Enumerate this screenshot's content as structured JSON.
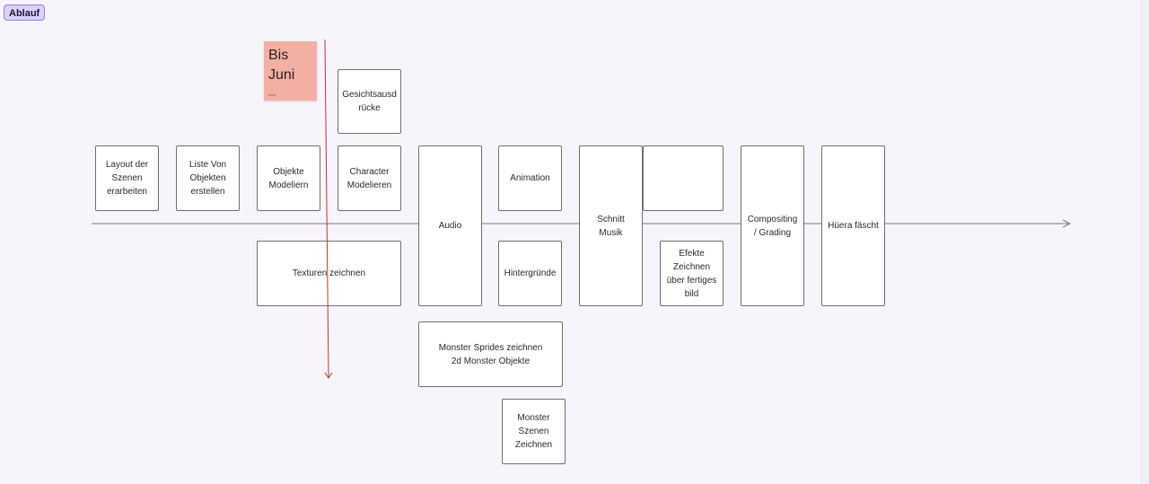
{
  "frame": {
    "label": "Ablauf"
  },
  "sticky_note": {
    "text": "Bis\nJuni",
    "color": "#f3b0a2"
  },
  "colors": {
    "background": "#f7f4fc",
    "timeline": "#7a7a7a",
    "deadline_line": "#c0362c",
    "frame_label_bg": "#dcd0fb"
  },
  "nodes": {
    "layout": "Layout der\nSzenen\nerarbeiten",
    "liste": "Liste Von\nObjekten\nerstellen",
    "objekte": "Objekte\nModeliern",
    "gesicht": "Gesichtsausd\nrücke",
    "character": "Character\nModelieren",
    "texturen": "Texturen zeichnen",
    "audio": "Audio",
    "animation": "Animation",
    "hintergruende": "Hintergründe",
    "monster_sprides": "Monster Sprides zeichnen\n2d Monster Objekte",
    "monster_szenen": "Monster\nSzenen\nZeichnen",
    "schnitt": "Schnitt\nMusik",
    "empty": "",
    "efekte": "Efekte\nZeichnen\nüber fertiges\nbild",
    "compositing": "Compositing\n/ Grading",
    "huera": "Hüera fäscht"
  }
}
